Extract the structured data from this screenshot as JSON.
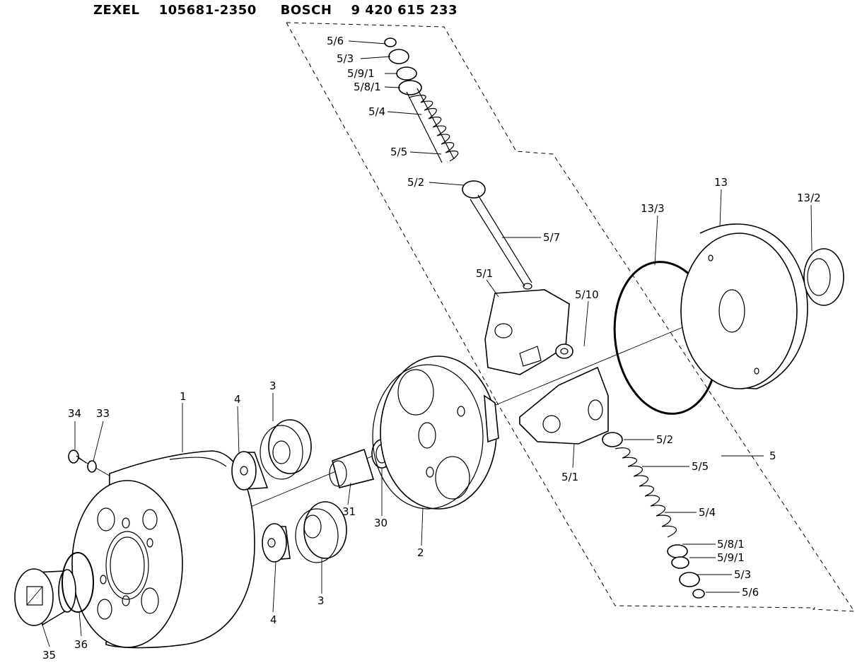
{
  "header": {
    "brand1": "ZEXEL",
    "part1": "105681-2350",
    "brand2": "BOSCH",
    "part2": "9 420 615 233"
  },
  "labels": {
    "l1": "1",
    "l2": "2",
    "l3a": "3",
    "l3b": "3",
    "l4a": "4",
    "l4b": "4",
    "l5": "5",
    "l5_1a": "5/1",
    "l5_1b": "5/1",
    "l5_2a": "5/2",
    "l5_2b": "5/2",
    "l5_3a": "5/3",
    "l5_3b": "5/3",
    "l5_4a": "5/4",
    "l5_4b": "5/4",
    "l5_5a": "5/5",
    "l5_5b": "5/5",
    "l5_6a": "5/6",
    "l5_6b": "5/6",
    "l5_7": "5/7",
    "l5_8_1a": "5/8/1",
    "l5_8_1b": "5/8/1",
    "l5_9_1a": "5/9/1",
    "l5_9_1b": "5/9/1",
    "l5_10": "5/10",
    "l13": "13",
    "l13_2": "13/2",
    "l13_3": "13/3",
    "l30": "30",
    "l31": "31",
    "l33": "33",
    "l34": "34",
    "l35": "35",
    "l36": "36"
  }
}
